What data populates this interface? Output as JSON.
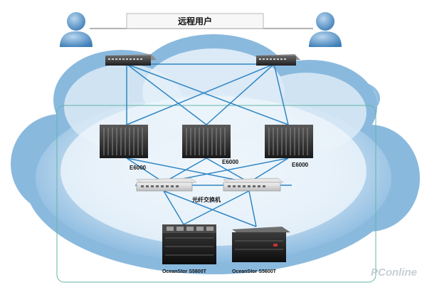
{
  "header": {
    "title": "远程用户"
  },
  "nodes": {
    "blade_left": {
      "label": "E6000"
    },
    "blade_middle": {
      "label": "E6000"
    },
    "blade_right": {
      "label": "E6000"
    },
    "fc_switch_group": {
      "label": "光纤交换机"
    },
    "storage_left": {
      "label": "OceanStor S5800T"
    },
    "storage_right": {
      "label": "OceanStor S5600T"
    }
  },
  "watermark": {
    "text": "PConline"
  },
  "colors": {
    "cloud": "#7fb3dc",
    "cloud_light": "#e9f3fb",
    "link": "#2f86c4",
    "frame": "#5fb6a8",
    "user_icon": "#5f97c8"
  },
  "icons": {
    "user": "person-silhouette-icon",
    "switch": "network-switch-icon",
    "blade": "blade-server-icon",
    "fc_switch": "fibre-channel-switch-icon",
    "storage": "storage-array-icon"
  }
}
